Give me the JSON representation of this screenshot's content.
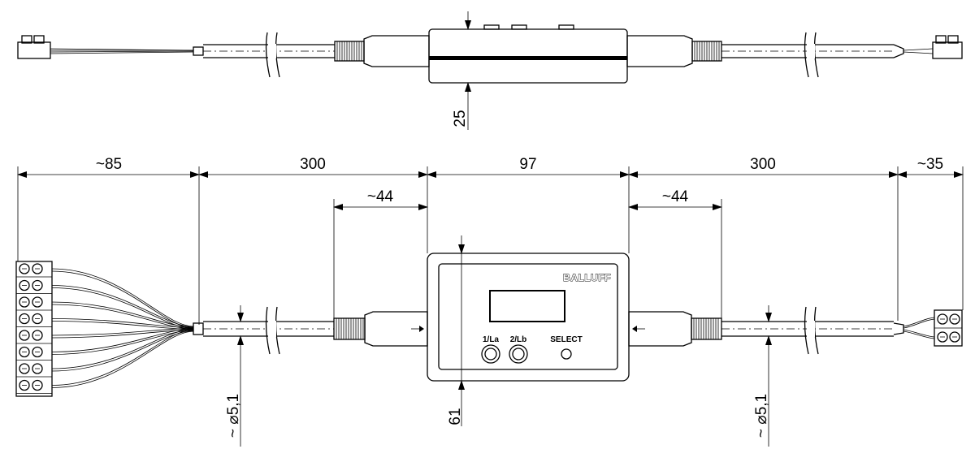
{
  "dimensions": {
    "left_terminal_length": "~85",
    "left_cable_length": "300",
    "left_sleeve_length": "~44",
    "body_width": "97",
    "right_sleeve_length": "~44",
    "right_cable_length": "300",
    "right_terminal_length": "~35",
    "body_thickness": "25",
    "body_height": "61",
    "left_cable_diameter": "~ ⌀5,1",
    "right_cable_diameter": "~ ⌀5,1"
  },
  "device": {
    "brand": "BALLUFF",
    "button_1_label": "1/La",
    "button_2_label": "2/Lb",
    "select_label": "SELECT"
  },
  "colors": {
    "line": "#000000",
    "background": "#ffffff"
  }
}
